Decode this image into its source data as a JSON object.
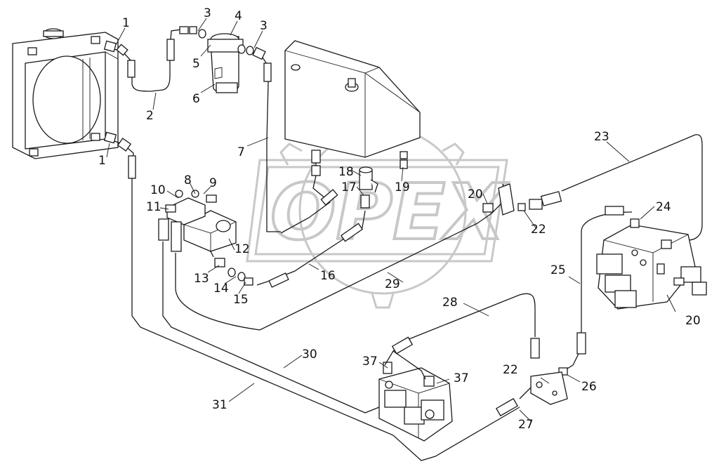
{
  "watermark": {
    "brand": "OPEX"
  },
  "callouts": [
    {
      "id": "c1a",
      "text": "1"
    },
    {
      "id": "c1b",
      "text": "1"
    },
    {
      "id": "c2",
      "text": "2"
    },
    {
      "id": "c3a",
      "text": "3"
    },
    {
      "id": "c3b",
      "text": "3"
    },
    {
      "id": "c4",
      "text": "4"
    },
    {
      "id": "c5",
      "text": "5"
    },
    {
      "id": "c6",
      "text": "6"
    },
    {
      "id": "c7",
      "text": "7"
    },
    {
      "id": "c8",
      "text": "8"
    },
    {
      "id": "c9",
      "text": "9"
    },
    {
      "id": "c10",
      "text": "10"
    },
    {
      "id": "c11",
      "text": "11"
    },
    {
      "id": "c12",
      "text": "12"
    },
    {
      "id": "c13",
      "text": "13"
    },
    {
      "id": "c14",
      "text": "14"
    },
    {
      "id": "c15",
      "text": "15"
    },
    {
      "id": "c16",
      "text": "16"
    },
    {
      "id": "c17",
      "text": "17"
    },
    {
      "id": "c18",
      "text": "18"
    },
    {
      "id": "c19",
      "text": "19"
    },
    {
      "id": "c20a",
      "text": "20"
    },
    {
      "id": "c20b",
      "text": "20"
    },
    {
      "id": "c22a",
      "text": "22"
    },
    {
      "id": "c22b",
      "text": "22"
    },
    {
      "id": "c23",
      "text": "23"
    },
    {
      "id": "c24",
      "text": "24"
    },
    {
      "id": "c25",
      "text": "25"
    },
    {
      "id": "c26",
      "text": "26"
    },
    {
      "id": "c27",
      "text": "27"
    },
    {
      "id": "c28",
      "text": "28"
    },
    {
      "id": "c29",
      "text": "29"
    },
    {
      "id": "c30",
      "text": "30"
    },
    {
      "id": "c31",
      "text": "31"
    },
    {
      "id": "c37a",
      "text": "37"
    },
    {
      "id": "c37b",
      "text": "37"
    }
  ]
}
